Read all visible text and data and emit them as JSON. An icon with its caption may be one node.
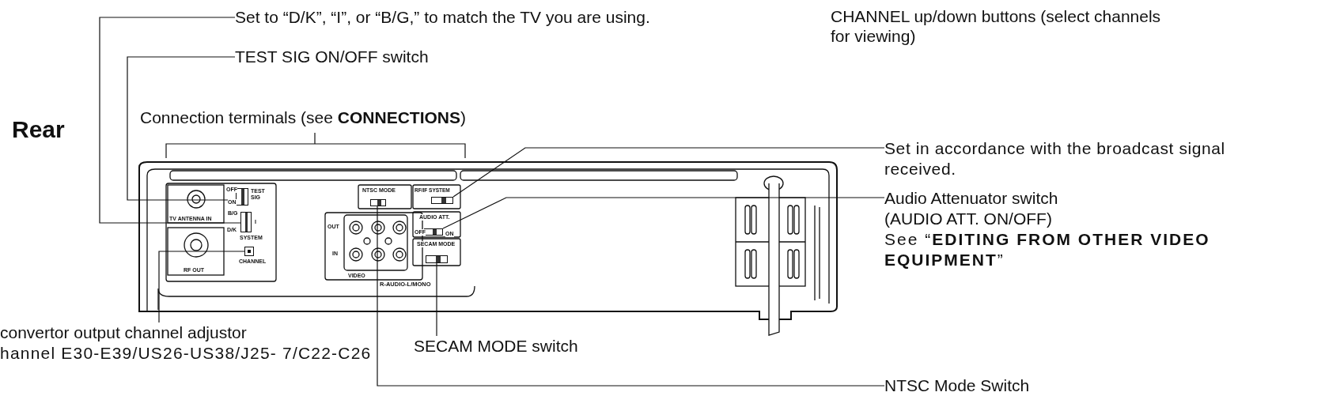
{
  "diagram": {
    "nodes": [
      {
        "text": [
          "Set to “D/K”, “I”, or “B/G,” to match the TV you are using."
        ]
      },
      {
        "text": [],
        "shape": "box",
        "beside": [
          "SYSTEM"
        ]
      },
      {
        "text": [
          "TEST SIG ON/OFF switch"
        ]
      },
      {
        "text": [],
        "shape": "box",
        "beside": [
          "TEST SIG"
        ]
      },
      {
        "text": [
          "Set in accordance with the broadcast signal received."
        ]
      },
      {
        "text": [],
        "shape": "box",
        "beside": [
          "RF/IF SYSTEM"
        ]
      },
      {
        "text": [
          "Audio Attenuator switch",
          "(AUDIO ATT. ON/OFF)",
          "See “**EDITING FROM OTHER VIDEO EQUIPMENT**”"
        ]
      },
      {
        "text": [],
        "shape": "box",
        "beside": [
          "AUDIO ATT."
        ]
      },
      {
        "text": [
          "SECAM MODE switch"
        ]
      },
      {
        "text": [],
        "shape": "box",
        "beside": [
          "SECAM MODE"
        ]
      },
      {
        "text": [
          "NTSC Mode Switch"
        ]
      },
      {
        "text": [],
        "shape": "box",
        "beside": [
          "NTSC MODE"
        ]
      },
      {
        "text": [
          "convertor output channel adjustor",
          "hannel E30-E39/US26-US38/J25- 7/C22-C26"
        ]
      },
      {
        "text": [],
        "shape": "box",
        "beside": [
          "CHANNEL"
        ]
      }
    ],
    "edges": [
      {
        "from": 0,
        "to": 1,
        "arrow": "none"
      },
      {
        "from": 2,
        "to": 3,
        "arrow": "none"
      },
      {
        "from": 4,
        "to": 5,
        "arrow": "none"
      },
      {
        "from": 6,
        "to": 7,
        "arrow": "none"
      },
      {
        "from": 8,
        "to": 9,
        "arrow": "none"
      },
      {
        "from": 10,
        "to": 11,
        "arrow": "none"
      },
      {
        "from": 12,
        "to": 13,
        "arrow": "none"
      }
    ],
    "labels": [
      "Rear",
      "CHANNEL up/down buttons (select channels for viewing)",
      "Connection terminals (see **CONNECTIONS**)",
      "TV ANTENNA IN",
      "RF OUT",
      "OFF",
      "ON",
      "B/G",
      "D/K",
      "I",
      "OUT",
      "IN",
      "VIDEO",
      "R-AUDIO-L/MONO",
      "OFF",
      "ON"
    ]
  }
}
